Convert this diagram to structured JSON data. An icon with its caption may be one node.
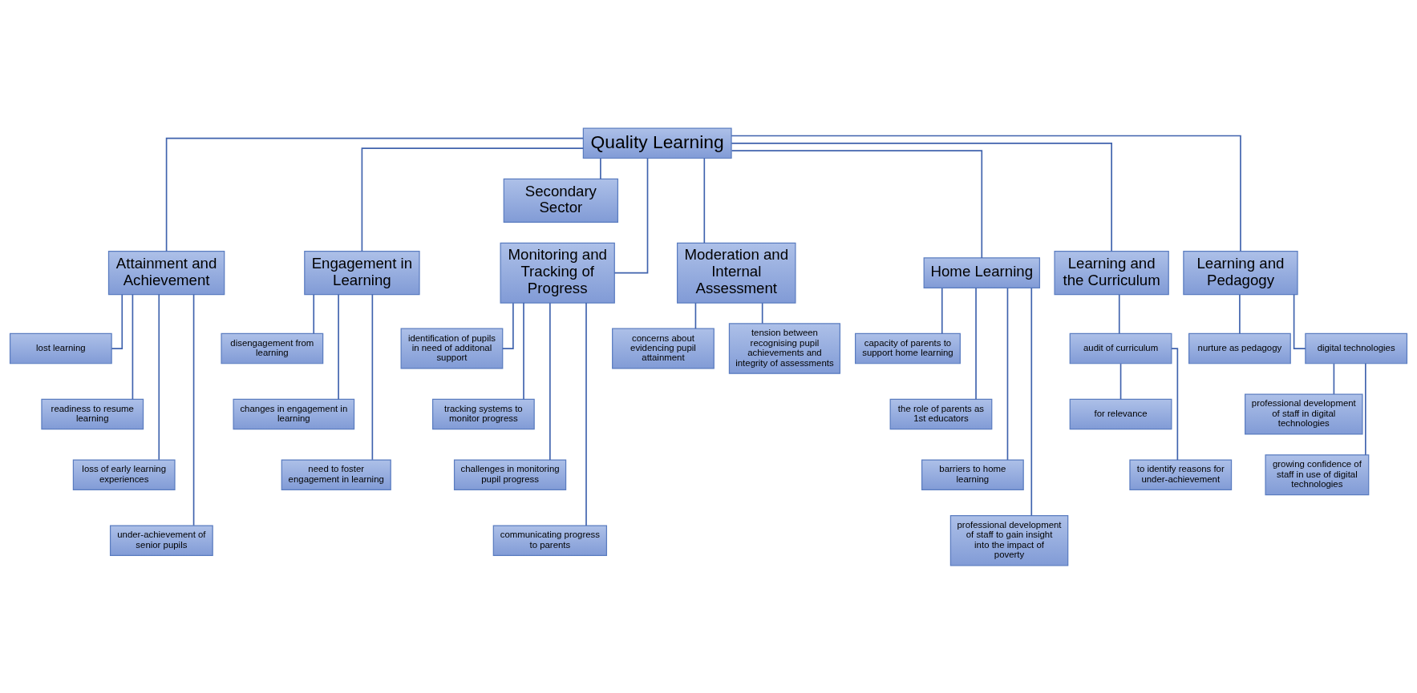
{
  "diagram": {
    "nodes": [
      {
        "text": [
          "Quality Learning"
        ]
      },
      {
        "text": [
          "Secondary Sector"
        ]
      },
      {
        "text": [
          "Attainment and Achievement"
        ]
      },
      {
        "text": [
          "Engagement in Learning"
        ]
      },
      {
        "text": [
          "Monitoring and Tracking of Progress"
        ]
      },
      {
        "text": [
          "Moderation and Internal Assessment"
        ]
      },
      {
        "text": [
          "Home Learning"
        ]
      },
      {
        "text": [
          "Learning and the Curriculum"
        ]
      },
      {
        "text": [
          "Learning and Pedagogy"
        ]
      },
      {
        "text": [
          "lost learning"
        ]
      },
      {
        "text": [
          "readiness to resume learning"
        ]
      },
      {
        "text": [
          "loss of early learning experiences"
        ]
      },
      {
        "text": [
          "under-achievement of senior pupils"
        ]
      },
      {
        "text": [
          "disengagement from learning"
        ]
      },
      {
        "text": [
          "changes in engagement in learning"
        ]
      },
      {
        "text": [
          "need to foster engagement in learning"
        ]
      },
      {
        "text": [
          "identification of pupils in need of additonal support"
        ]
      },
      {
        "text": [
          "tracking systems to monitor progress"
        ]
      },
      {
        "text": [
          "challenges in monitoring pupil progress"
        ]
      },
      {
        "text": [
          "communicating progress to parents"
        ]
      },
      {
        "text": [
          "concerns about evidencing pupil attainment"
        ]
      },
      {
        "text": [
          "tension between recognising pupil achievements and integrity of assessments"
        ]
      },
      {
        "text": [
          "capacity of parents to support home learning"
        ]
      },
      {
        "text": [
          "the role of parents as 1st educators"
        ]
      },
      {
        "text": [
          "barriers to home learning"
        ]
      },
      {
        "text": [
          "professional development of staff to gain insight into the impact of poverty"
        ]
      },
      {
        "text": [
          "audit of curriculum"
        ]
      },
      {
        "text": [
          "for relevance"
        ]
      },
      {
        "text": [
          "to identify reasons for under-achievement"
        ]
      },
      {
        "text": [
          "nurture as pedagogy"
        ]
      },
      {
        "text": [
          "digital technologies"
        ]
      },
      {
        "text": [
          "professional development of staff in digital technologies"
        ]
      },
      {
        "text": [
          "growing confidence of staff in use of digital technologies"
        ]
      }
    ],
    "edges": [
      {
        "from": 0,
        "to": 1,
        "arrow": "none"
      },
      {
        "from": 0,
        "to": 2,
        "arrow": "none"
      },
      {
        "from": 0,
        "to": 3,
        "arrow": "none"
      },
      {
        "from": 0,
        "to": 4,
        "arrow": "none"
      },
      {
        "from": 0,
        "to": 5,
        "arrow": "none"
      },
      {
        "from": 0,
        "to": 6,
        "arrow": "none"
      },
      {
        "from": 0,
        "to": 7,
        "arrow": "none"
      },
      {
        "from": 0,
        "to": 8,
        "arrow": "none"
      },
      {
        "from": 2,
        "to": 9,
        "arrow": "none"
      },
      {
        "from": 2,
        "to": 10,
        "arrow": "none"
      },
      {
        "from": 2,
        "to": 11,
        "arrow": "none"
      },
      {
        "from": 2,
        "to": 12,
        "arrow": "none"
      },
      {
        "from": 3,
        "to": 13,
        "arrow": "none"
      },
      {
        "from": 3,
        "to": 14,
        "arrow": "none"
      },
      {
        "from": 3,
        "to": 15,
        "arrow": "none"
      },
      {
        "from": 4,
        "to": 16,
        "arrow": "none"
      },
      {
        "from": 4,
        "to": 17,
        "arrow": "none"
      },
      {
        "from": 4,
        "to": 18,
        "arrow": "none"
      },
      {
        "from": 4,
        "to": 19,
        "arrow": "none"
      },
      {
        "from": 5,
        "to": 20,
        "arrow": "none"
      },
      {
        "from": 5,
        "to": 21,
        "arrow": "none"
      },
      {
        "from": 6,
        "to": 22,
        "arrow": "none"
      },
      {
        "from": 6,
        "to": 23,
        "arrow": "none"
      },
      {
        "from": 6,
        "to": 24,
        "arrow": "none"
      },
      {
        "from": 6,
        "to": 25,
        "arrow": "none"
      },
      {
        "from": 7,
        "to": 26,
        "arrow": "none"
      },
      {
        "from": 26,
        "to": 27,
        "arrow": "none"
      },
      {
        "from": 26,
        "to": 28,
        "arrow": "none"
      },
      {
        "from": 8,
        "to": 29,
        "arrow": "none"
      },
      {
        "from": 8,
        "to": 30,
        "arrow": "none"
      },
      {
        "from": 30,
        "to": 31,
        "arrow": "none"
      },
      {
        "from": 30,
        "to": 32,
        "arrow": "none"
      }
    ]
  }
}
